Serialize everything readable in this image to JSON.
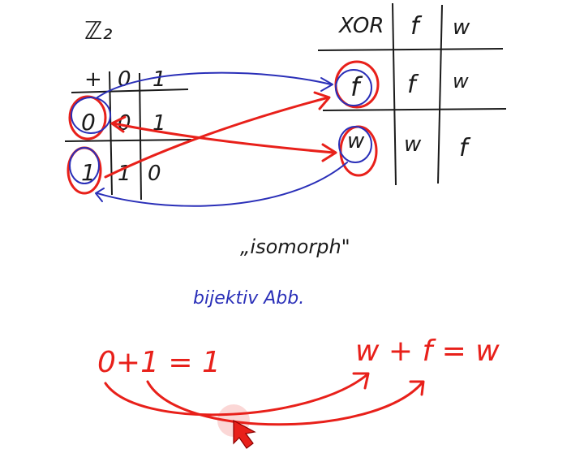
{
  "colors": {
    "black_ink": "#1a1a1a",
    "red_ink": "#e8201a",
    "blue_ink": "#2a2fb8",
    "cursor": "#e8201a"
  },
  "z2_table": {
    "title": "ℤ₂",
    "operator": "+",
    "col_headers": [
      "0",
      "1"
    ],
    "rows": [
      {
        "header": "0",
        "cells": [
          "0",
          "1"
        ]
      },
      {
        "header": "1",
        "cells": [
          "1",
          "0"
        ]
      }
    ]
  },
  "xor_table": {
    "operator": "XOR",
    "col_headers": [
      "f",
      "w"
    ],
    "rows": [
      {
        "header": "f",
        "cells": [
          "f",
          "w"
        ]
      },
      {
        "header": "w",
        "cells": [
          "w",
          "f"
        ]
      }
    ]
  },
  "labels": {
    "isomorph": "„isomorph\"",
    "bijection": "bijektiv Abb."
  },
  "equations": {
    "left": "0+1 = 1",
    "right": "w + f = w"
  },
  "cursor": {
    "icon": "arrow-cursor-icon"
  }
}
